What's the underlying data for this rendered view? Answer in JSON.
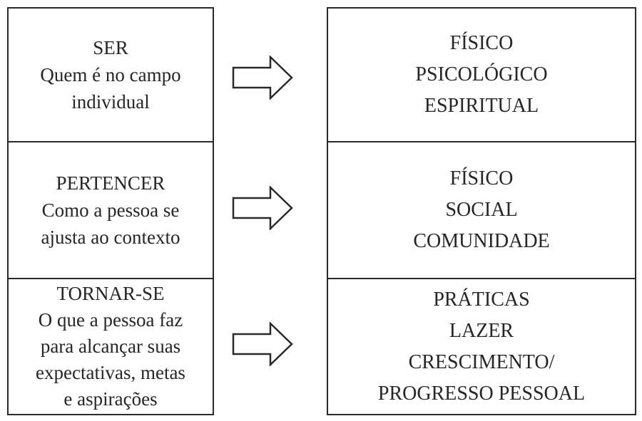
{
  "diagram": {
    "colors": {
      "border": "#2a2a2a",
      "text": "#262626",
      "background": "#ffffff"
    },
    "rows": [
      {
        "left": {
          "title": "SER",
          "lines": [
            "Quem é no campo",
            "individual"
          ]
        },
        "right": {
          "lines": [
            "FÍSICO",
            "PSICOLÓGICO",
            "ESPIRITUAL"
          ]
        }
      },
      {
        "left": {
          "title": "PERTENCER",
          "lines": [
            "Como a pessoa se",
            "ajusta ao contexto"
          ]
        },
        "right": {
          "lines": [
            "FÍSICO",
            "SOCIAL",
            "COMUNIDADE"
          ]
        }
      },
      {
        "left": {
          "title": "TORNAR-SE",
          "lines": [
            "O que a pessoa faz",
            "para alcançar suas",
            "expectativas, metas",
            "e aspirações"
          ]
        },
        "right": {
          "lines": [
            "PRÁTICAS",
            "LAZER",
            "CRESCIMENTO/",
            "PROGRESSO PESSOAL"
          ]
        }
      }
    ]
  }
}
